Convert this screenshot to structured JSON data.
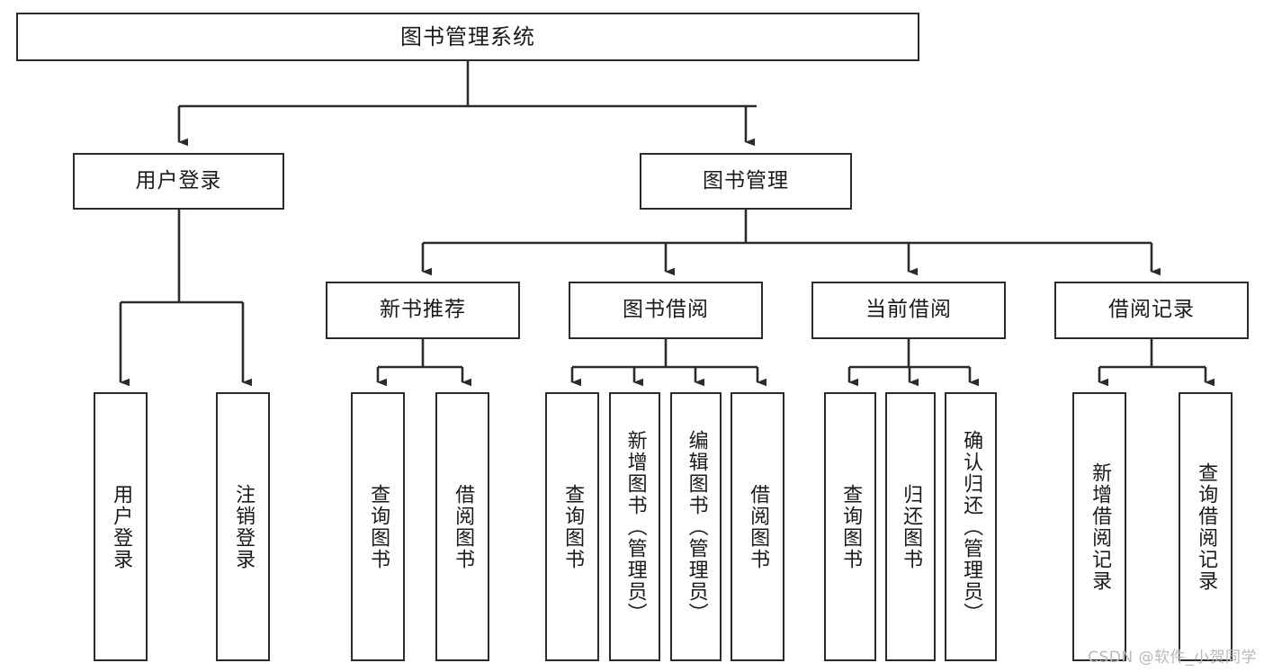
{
  "diagram": {
    "title": "图书管理系统",
    "type": "tree",
    "watermark": "CSDN @软件_小贺同学",
    "line_color": "#2b2b2b",
    "box_fill": "#ffffff",
    "text_color": "#1a1a1a",
    "watermark_color": "#b9b9b9",
    "root": {
      "label": "图书管理系统",
      "orientation": "horizontal"
    },
    "level1": [
      {
        "label": "用户登录",
        "orientation": "horizontal"
      },
      {
        "label": "图书管理",
        "orientation": "horizontal"
      }
    ],
    "level2": [
      {
        "label": "新书推荐",
        "orientation": "horizontal",
        "parent": "图书管理"
      },
      {
        "label": "图书借阅",
        "orientation": "horizontal",
        "parent": "图书管理"
      },
      {
        "label": "当前借阅",
        "orientation": "horizontal",
        "parent": "图书管理"
      },
      {
        "label": "借阅记录",
        "orientation": "horizontal",
        "parent": "图书管理"
      }
    ],
    "leaves": [
      {
        "label": "用户登录",
        "orientation": "vertical",
        "parent": "用户登录"
      },
      {
        "label": "注销登录",
        "orientation": "vertical",
        "parent": "用户登录"
      },
      {
        "label": "查询图书",
        "orientation": "vertical",
        "parent": "新书推荐"
      },
      {
        "label": "借阅图书",
        "orientation": "vertical",
        "parent": "新书推荐"
      },
      {
        "label": "查询图书",
        "orientation": "vertical",
        "parent": "图书借阅"
      },
      {
        "label": "新增图书（管理员）",
        "orientation": "vertical",
        "parent": "图书借阅"
      },
      {
        "label": "编辑图书（管理员）",
        "orientation": "vertical",
        "parent": "图书借阅"
      },
      {
        "label": "借阅图书",
        "orientation": "vertical",
        "parent": "图书借阅"
      },
      {
        "label": "查询图书",
        "orientation": "vertical",
        "parent": "当前借阅"
      },
      {
        "label": "归还图书",
        "orientation": "vertical",
        "parent": "当前借阅"
      },
      {
        "label": "确认归还（管理员）",
        "orientation": "vertical",
        "parent": "当前借阅"
      },
      {
        "label": "新增借阅记录",
        "orientation": "vertical",
        "parent": "借阅记录"
      },
      {
        "label": "查询借阅记录",
        "orientation": "vertical",
        "parent": "借阅记录"
      }
    ]
  }
}
